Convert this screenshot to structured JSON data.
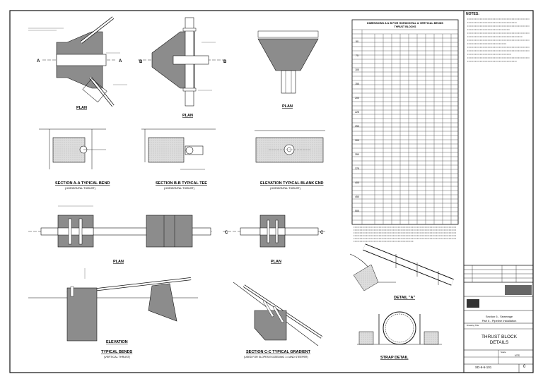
{
  "views": {
    "plan": "PLAN",
    "section_aa": "SECTION A-A TYPICAL BEND",
    "section_aa_sub": "(HORIZONTAL THRUST)",
    "section_bb": "SECTION B-B TYPICAL TEE",
    "section_bb_sub": "(HORIZONTAL THRUST)",
    "elevation_blank": "ELEVATION TYPICAL BLANK END",
    "elevation_blank_sub": "(HORIZONTAL THRUST)",
    "elevation": "ELEVATION",
    "typical_bends": "TYPICAL BENDS",
    "typical_bends_sub": "(VERTICAL THRUST)",
    "section_cc": "SECTION C-C TYPICAL GRADIENT",
    "section_cc_sub": "(USED FOR SLOPES EXCEEDING 1:4 AND STEEPER)",
    "detail_a": "DETAIL \"A\"",
    "strap_detail": "STRAP DETAIL"
  },
  "markers": {
    "a": "A",
    "b": "B",
    "c": "C"
  },
  "table_title": "DIMENSIONS A & B FOR HORIZONTAL & VERTICAL BENDS",
  "table_subtitle": "THRUST BLOCKS",
  "table_rows": [
    "50",
    "75",
    "100",
    "150",
    "200",
    "225",
    "250",
    "300",
    "350",
    "375",
    "400",
    "450",
    "500"
  ],
  "notes_title": "NOTES:",
  "title_block": {
    "section": "Section 6 - Sewerage",
    "part": "Part 6 - Pipeline Installation",
    "title_line1": "THRUST BLOCK",
    "title_line2": "DETAILS",
    "drawing_no": "SD-6-6-101",
    "revision": "0",
    "drawing_title_label": "Drawing Title",
    "scale_label": "Scale",
    "scale_value": "NTS"
  }
}
